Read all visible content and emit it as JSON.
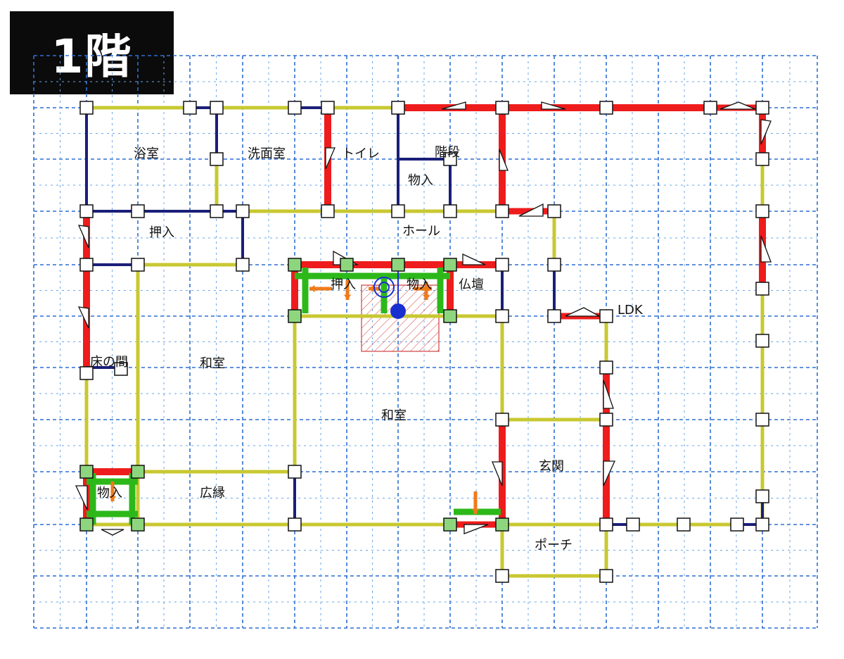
{
  "floor_title": "1階",
  "colors": {
    "grid": "#2f6fd0",
    "grid_minor": "#6aa6e8",
    "wall_strong": "#ee1c1c",
    "wall_weak": "#c8c832",
    "wall_blue": "#1a1f78",
    "reinforce": "#2db81a",
    "arrow": "#f07a1a",
    "center": "#1a2fd0",
    "node_fill": "#ffffff",
    "node_green": "#8ed67e"
  },
  "rooms": {
    "bath": "浴室",
    "washroom": "洗面室",
    "toilet": "トイレ",
    "stairs": "階段",
    "storage_stairs": "物入",
    "closet_left": "押入",
    "hall": "ホール",
    "closet_center": "押入",
    "storage_center": "物入",
    "butsudan": "仏壇",
    "ldk": "LDK",
    "tokonoma": "床の間",
    "washitsu_left": "和室",
    "washitsu_center": "和室",
    "genkan": "玄関",
    "storage_bottom": "物入",
    "engawa": "広縁",
    "porch": "ポーチ"
  }
}
